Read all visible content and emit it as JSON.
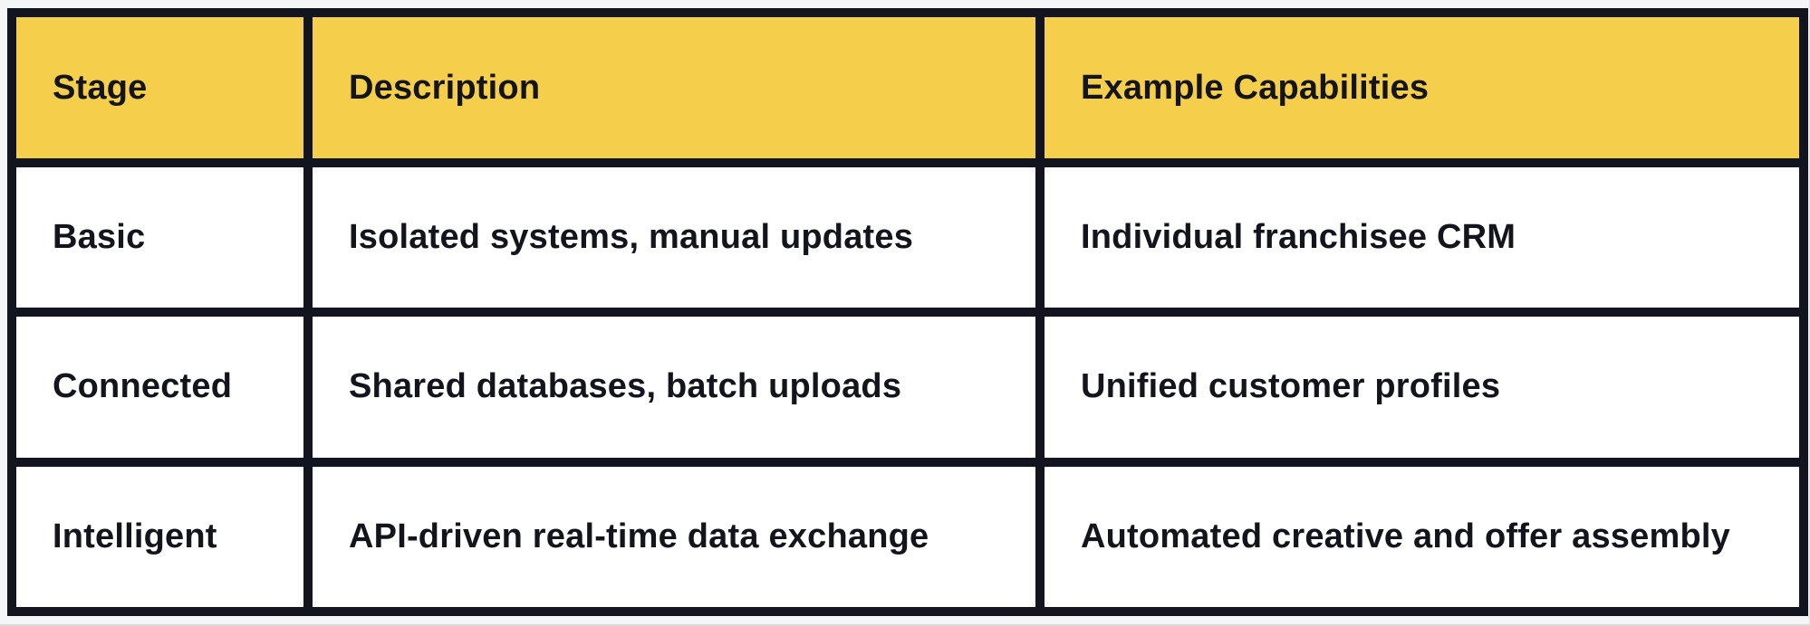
{
  "page": {
    "background": "#f4f5f7"
  },
  "table": {
    "header_bg": "#f5ce4b",
    "border_color": "#12141f",
    "text_color": "#14151c",
    "columns": {
      "stage": "Stage",
      "description": "Description",
      "capabilities": "Example Capabilities"
    },
    "rows": [
      {
        "stage": "Basic",
        "description": "Isolated systems, manual updates",
        "capabilities": "Individual franchisee CRM"
      },
      {
        "stage": "Connected",
        "description": "Shared databases, batch uploads",
        "capabilities": "Unified customer profiles"
      },
      {
        "stage": "Intelligent",
        "description": "API-driven real-time data exchange",
        "capabilities": "Automated creative and offer assembly"
      }
    ]
  }
}
